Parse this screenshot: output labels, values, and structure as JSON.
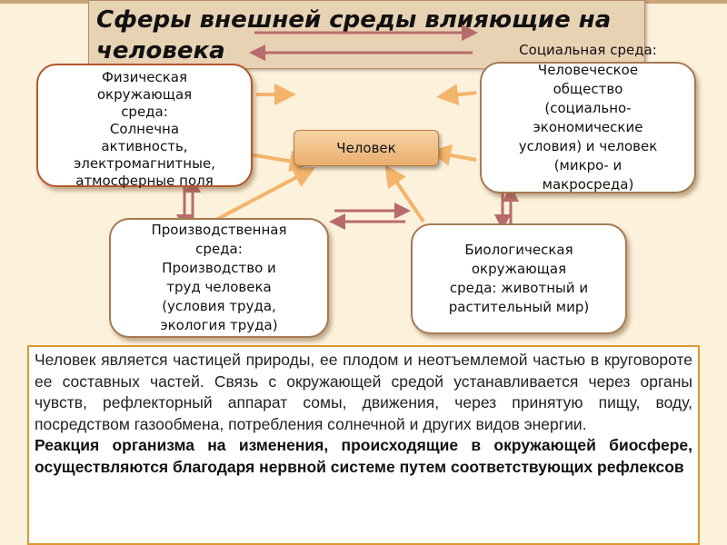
{
  "title": "Сферы внешней среды влияющие на человека",
  "nodes": {
    "physical": "Физическая\nокружающая\nсреда:\nСолнечна\nактивность,\nэлектромагнитные,\nатмосферные поля",
    "social_title": "Социальная среда:",
    "social": "Человеческое\nобщество\n(социально-\nэкономические\nусловия) и человек\n(микро- и\nмакросреда)",
    "human": "Человек",
    "production": "Производственная\nсреда:\nПроизводство и\nтруд человека\n(условия труда,\nэкология труда)",
    "biological": "Биологическая\nокружающая\nсреда: животный и\nрастительный мир)"
  },
  "text_block": {
    "paragraph": "Человек является частицей природы, ее плодом и неотъемлемой частью в круговороте ее составных частей. Связь с окружающей средой устанавливается через органы чувств, рефлекторный аппарат сомы, движения, через принятую пищу, воду, посредством газообмена, потребления солнечной и других видов энергии.",
    "bold_paragraph": "Реакция организма на изменения, происходящие в окружающей биосфере, осуществляются благодаря нервной системе путем соответствующих рефлексов"
  },
  "colors": {
    "arrow": "#f3b46b",
    "double_arrow": "#b86b6b",
    "background": "#fcf1db",
    "title_box": "#e8d2b4",
    "info_border": "#e0962f"
  }
}
